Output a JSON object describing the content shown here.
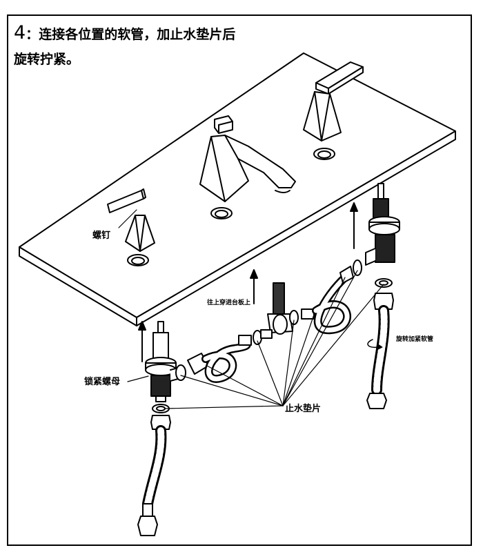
{
  "title": {
    "number": "4",
    "line1": "：连接各位置的软管，加止水垫片后",
    "line2": "旋转拧紧。"
  },
  "labels": {
    "screw": "螺钉",
    "lock_nut": "锁紧螺母",
    "pass_through": "往上穿进台板上",
    "gasket": "止水垫片",
    "tighten_hose": "旋转加紧软管"
  },
  "colors": {
    "stroke": "#000000",
    "background": "#ffffff"
  }
}
